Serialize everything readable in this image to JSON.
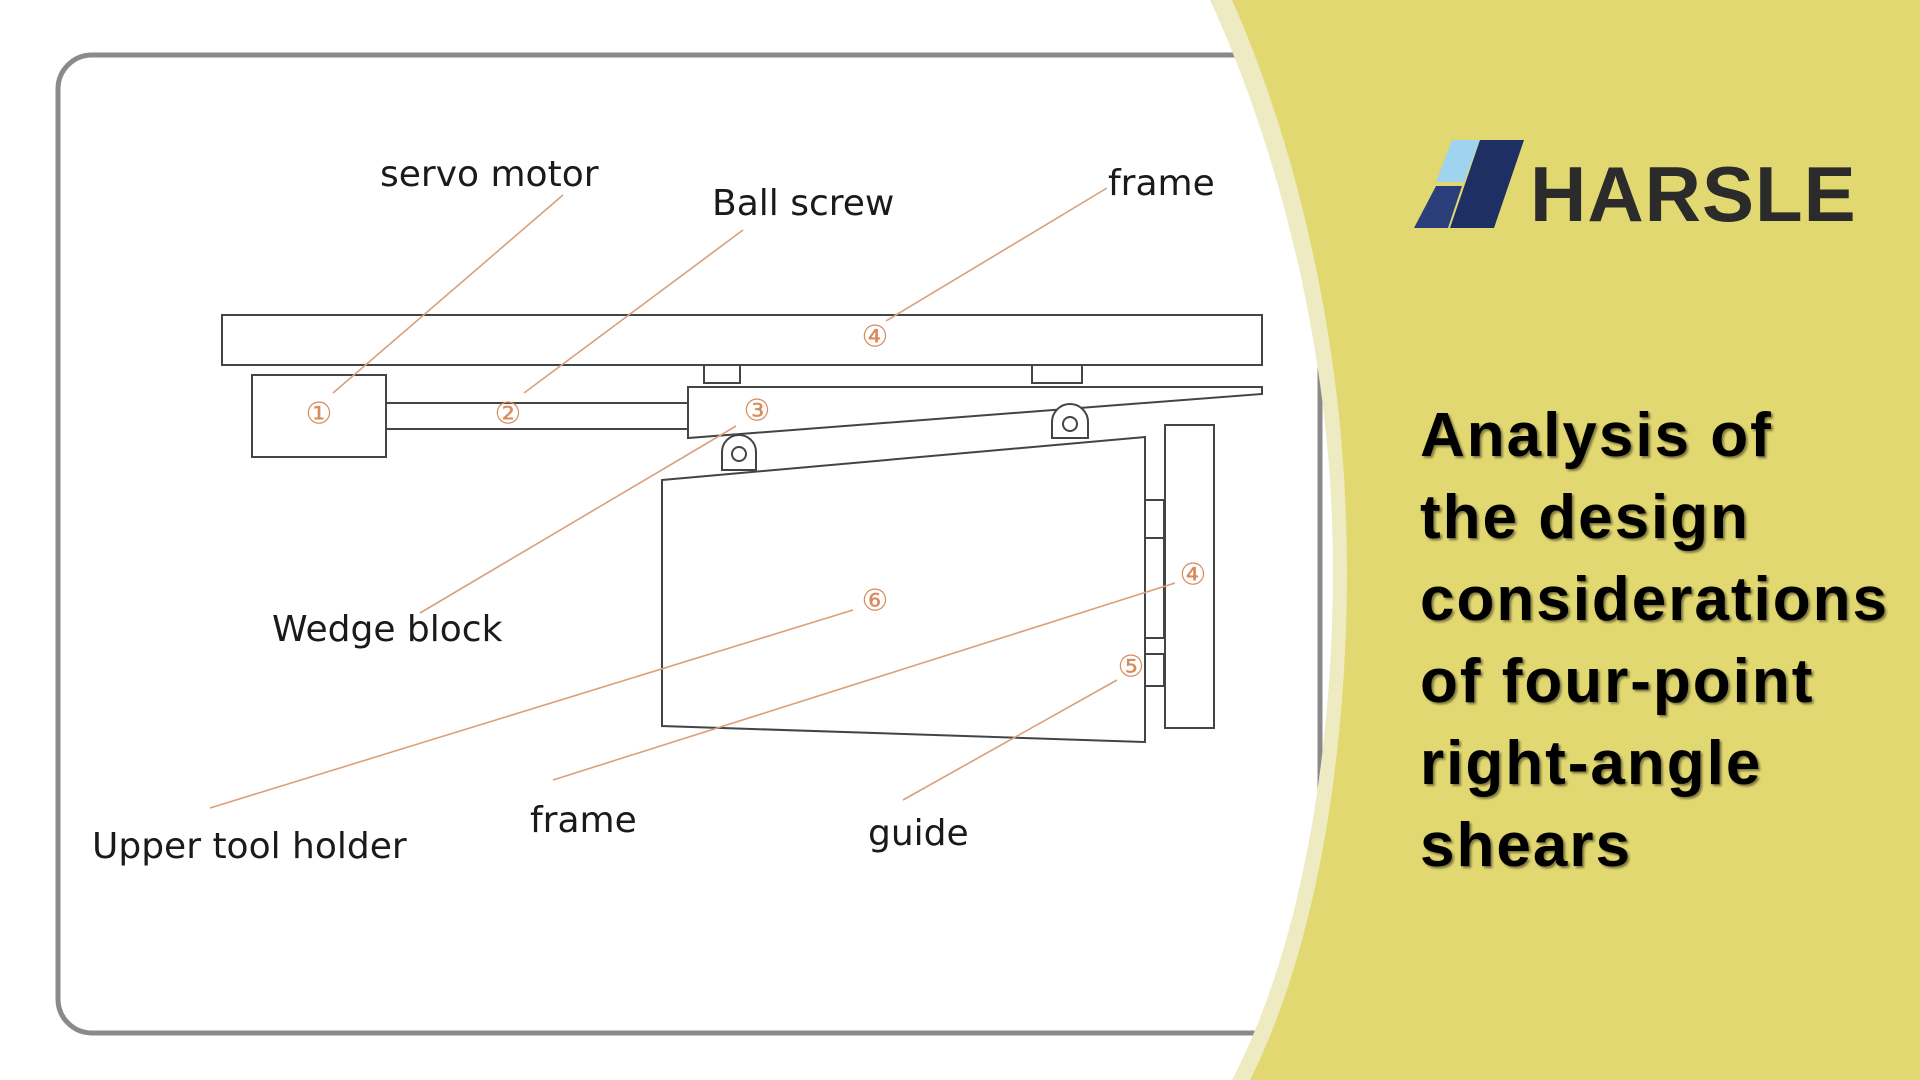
{
  "brand": {
    "name": "HARSLE",
    "text_color": "#2b2b2b",
    "mark_colors": [
      "#9fd3ee",
      "#1e2f63",
      "#2a3f7a"
    ]
  },
  "colors": {
    "panel_background": "#e2d871",
    "panel_edge": "#eeebc2",
    "leader_color": "#d9a07a",
    "number_color": "#d98a5a"
  },
  "title": {
    "lines": [
      "Analysis of",
      "the design",
      "considerations",
      "of four-point",
      "right-angle",
      "shears"
    ]
  },
  "diagram": {
    "labels": {
      "servo_motor": "servo motor",
      "ball_screw": "Ball screw",
      "frame_top": "frame",
      "wedge_block": "Wedge block",
      "upper_tool_holder": "Upper tool holder",
      "frame_bottom": "frame",
      "guide": "guide"
    },
    "markers": {
      "servo_motor": "①",
      "ball_screw": "②",
      "wedge_block": "③",
      "frame_top": "④",
      "frame_side": "④",
      "guide": "⑤",
      "upper_tool_holder": "⑥"
    }
  }
}
